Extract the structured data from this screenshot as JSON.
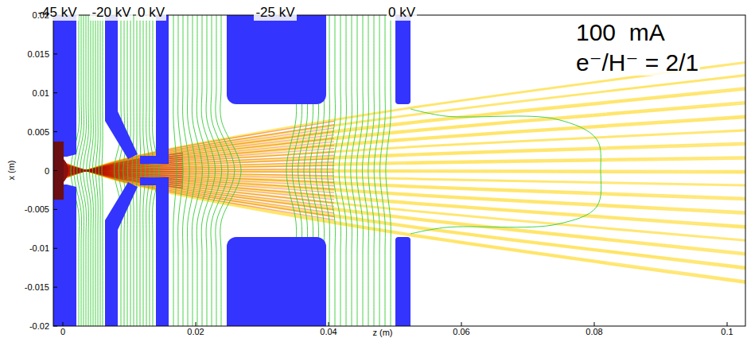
{
  "diagram": {
    "labels": [
      "-45 kV",
      "-20 kV",
      "0 kV",
      "-25 kV",
      "0 kV",
      "100  mA",
      "e⁻/H⁻ = 2/1",
      "0.02",
      "0.015",
      "0.01",
      "0.005",
      "0",
      "-0.005",
      "-0.01",
      "-0.015",
      "-0.02",
      "0",
      "0.02",
      "0.04",
      "0.06",
      "0.08",
      "0.1",
      "x (m)",
      "z (m)"
    ]
  }
}
